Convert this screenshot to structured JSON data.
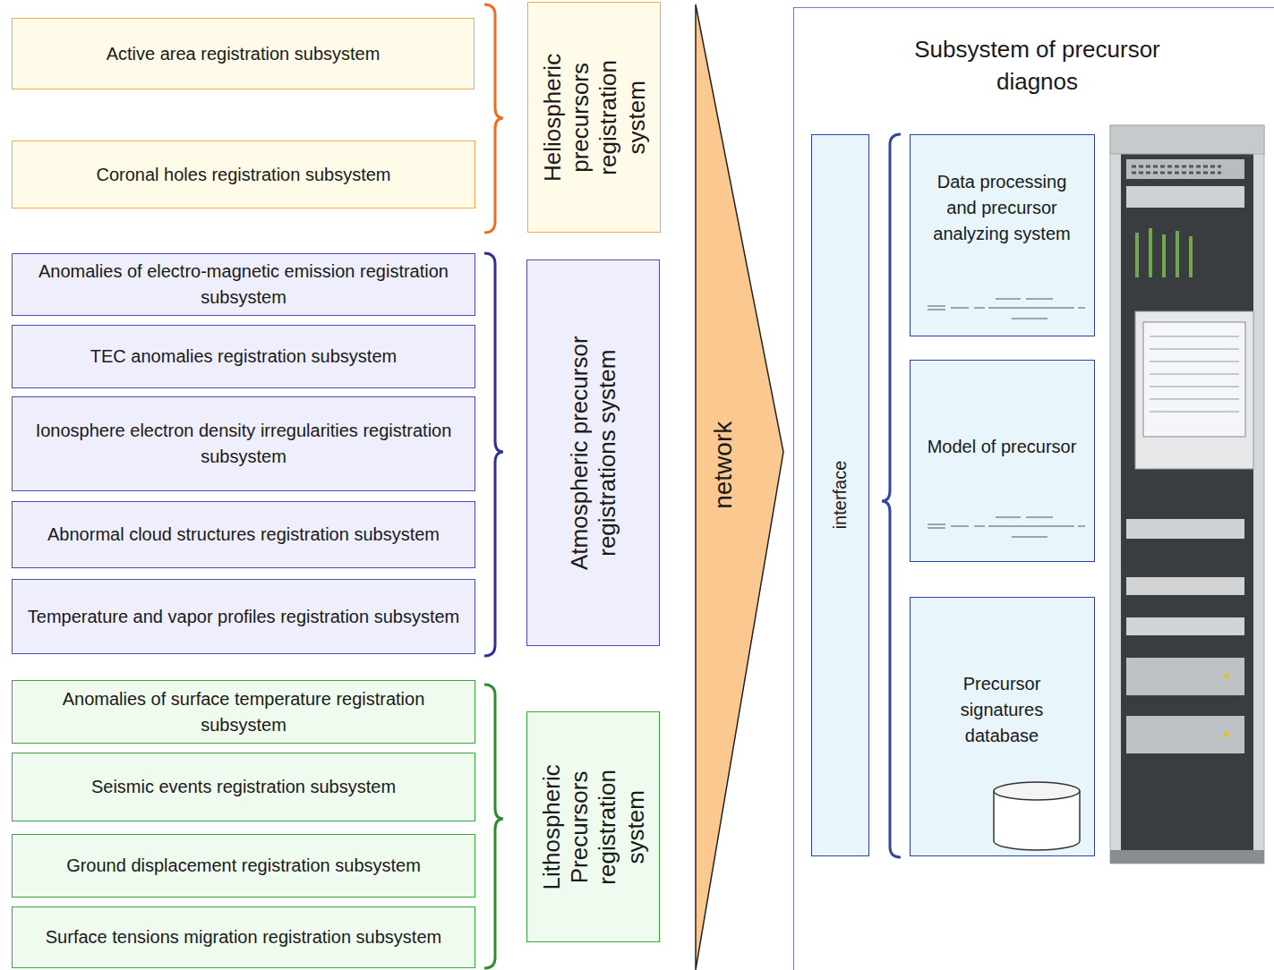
{
  "diagram": {
    "nodes": [
      {
        "text": [
          "Active area registration subsystem"
        ]
      },
      {
        "text": [
          "Coronal holes registration subsystem"
        ]
      },
      {
        "text": [
          "Heliospheric precursors registration system"
        ]
      },
      {
        "text": [
          "Anomalies of electro-magnetic emission registration subsystem"
        ]
      },
      {
        "text": [
          "TEC anomalies registration subsystem"
        ]
      },
      {
        "text": [
          "Ionosphere electron density irregularities registration subsystem"
        ]
      },
      {
        "text": [
          "Abnormal cloud structures registration subsystem"
        ]
      },
      {
        "text": [
          "Temperature and vapor profiles registration subsystem"
        ]
      },
      {
        "text": [
          "Atmospheric precursor registrations system"
        ]
      },
      {
        "text": [
          "Anomalies of surface temperature registration subsystem"
        ]
      },
      {
        "text": [
          "Seismic events registration subsystem"
        ]
      },
      {
        "text": [
          "Ground displacement registration subsystem"
        ]
      },
      {
        "text": [
          "Surface tensions migration registration subsystem"
        ]
      },
      {
        "text": [
          "Lithospheric Precursors registration system"
        ]
      },
      {
        "text": [
          "network"
        ]
      },
      {
        "text": [
          "Subsystem of precursor diagnos"
        ]
      },
      {
        "text": [
          "interface"
        ],
        "in": 15
      },
      {
        "text": [
          "Data processing and precursor analyzing system"
        ],
        "in": 15
      },
      {
        "text": [
          "Model of precursor"
        ],
        "in": 15
      },
      {
        "text": [
          "Precursor signatures database"
        ],
        "in": 15
      }
    ]
  }
}
